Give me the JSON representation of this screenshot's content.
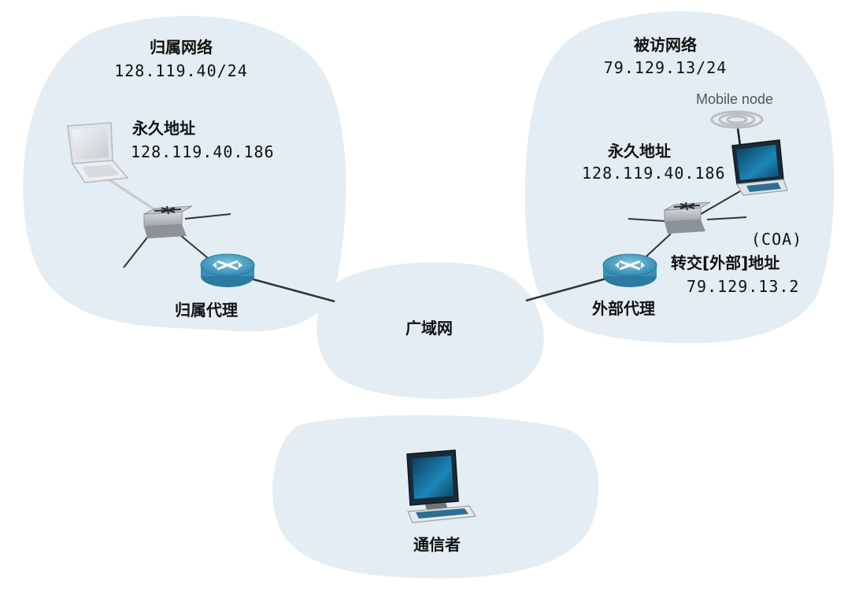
{
  "home_network": {
    "title": "归属网络",
    "subnet": "128.119.40/24",
    "host_addr_label": "永久地址",
    "host_addr": "128.119.40.186",
    "agent_label": "归属代理"
  },
  "visited_network": {
    "title": "被访网络",
    "subnet": "79.129.13/24",
    "mobile_node_label": "Mobile node",
    "host_addr_label": "永久地址",
    "host_addr": "128.119.40.186",
    "coa_tag": "(COA)",
    "coa_label": "转交[外部]地址",
    "coa_addr": "79.129.13.2",
    "agent_label": "外部代理"
  },
  "wan": {
    "label": "广域网"
  },
  "correspondent": {
    "label": "通信者"
  },
  "colors": {
    "cloud_fill": "#e3edf3",
    "link": "#333333",
    "faint_link": "#c9c9c9",
    "router": "#4aa3c9",
    "switch": "#a9adb2",
    "laptop_screen_home": "#d8dde2",
    "laptop_screen_visited": "#0f5f86"
  }
}
